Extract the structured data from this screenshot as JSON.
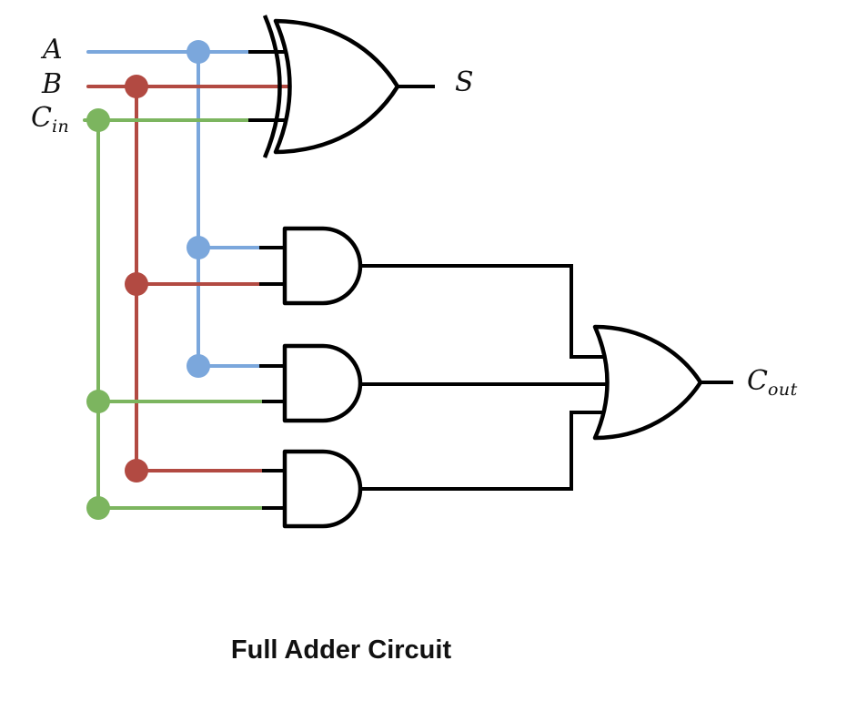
{
  "title": "Full Adder Circuit",
  "labels": {
    "input_a": "A",
    "input_b": "B",
    "cin_base": "C",
    "cin_sub": "in",
    "sum": "S",
    "cout_base": "C",
    "cout_sub": "out"
  },
  "colors": {
    "wire_a": "#7ba7dc",
    "wire_b": "#b24a42",
    "wire_cin": "#7cb55f",
    "gate_stroke": "#000000",
    "gate_fill": "#ffffff",
    "background": "#ffffff",
    "text": "#111111"
  },
  "diagram": {
    "type": "logic-circuit",
    "inputs": [
      {
        "name": "A",
        "wire_color": "#7ba7dc"
      },
      {
        "name": "B",
        "wire_color": "#b24a42"
      },
      {
        "name": "Cin",
        "wire_color": "#7cb55f"
      }
    ],
    "outputs": [
      {
        "name": "S",
        "from": "xor-gate"
      },
      {
        "name": "Cout",
        "from": "or-gate"
      }
    ],
    "gates": [
      {
        "name": "xor-gate",
        "type": "XOR",
        "inputs": [
          "A",
          "B",
          "Cin"
        ],
        "output": "S"
      },
      {
        "name": "and-gate-1",
        "type": "AND",
        "inputs": [
          "A",
          "B"
        ],
        "output": "or-gate"
      },
      {
        "name": "and-gate-2",
        "type": "AND",
        "inputs": [
          "A",
          "Cin"
        ],
        "output": "or-gate"
      },
      {
        "name": "and-gate-3",
        "type": "AND",
        "inputs": [
          "B",
          "Cin"
        ],
        "output": "or-gate"
      },
      {
        "name": "or-gate",
        "type": "OR",
        "inputs": [
          "and-gate-1",
          "and-gate-2",
          "and-gate-3"
        ],
        "output": "Cout"
      }
    ]
  }
}
